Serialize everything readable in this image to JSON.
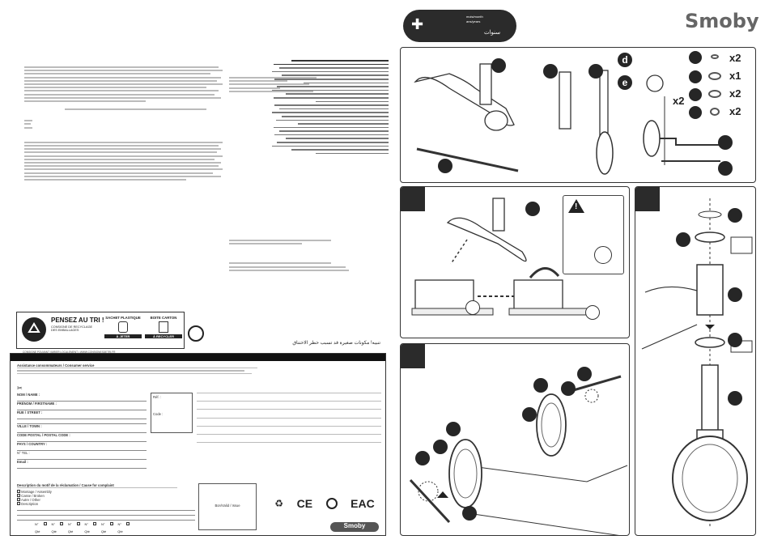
{
  "brand": {
    "logo_text": "Smoby",
    "bottom_logo_text": "Smoby"
  },
  "age_badge": {
    "label": "سنوات",
    "line1": "mois/month",
    "line2": "ans/years"
  },
  "parts_counts": {
    "d": "d",
    "e": "e",
    "e_qty": "x2",
    "b1": "x2",
    "b2": "x1",
    "b3": "x2",
    "b4": "x2"
  },
  "recycling": {
    "title": "PENSEZ AU TRI !",
    "line1": "CONSIGNE DE RECYCLAGE",
    "line2": "DES EMBALLAGES",
    "col1_title": "SACHET PLASTIQUE",
    "col1_action": "À JETER",
    "col2_title": "BOITE CARTON",
    "col2_action": "À RECYCLER",
    "footer": "CONSIGNE POUVANT VARIER LOCALEMENT • WWW.CONSIGNESDETRI.FR"
  },
  "warning_arabic": "تنبيه! مكونات صغيرة قد تسبب خطر الاختناق",
  "form": {
    "header": "Assistance consommateurs / Consumer service",
    "name": "NOM / NAME :",
    "first_name": "PRÉNOM / FIRSTNAME :",
    "street": "RUE / STREET :",
    "town": "VILLE / TOWN :",
    "postcode": "CODE POSTAL / POSTAL CODE :",
    "country": "PAYS / COUNTRY :",
    "tel": "N° TEL :",
    "email": "Email :",
    "ref": "Réf. :",
    "code": "Code :",
    "complaint": "Description du motif de la réclamation / Cause for complaint",
    "opt1": "Montage / Assembly",
    "opt2": "Casse / Broken",
    "opt3": "Autre / Other",
    "opt4": "Description",
    "barcode_label": "Smoby",
    "stamp_area": "Bon/Valid / Issue",
    "row_labels": [
      "N°",
      "N°",
      "N°",
      "N°",
      "N°",
      "N°"
    ],
    "qty_labels": [
      "Qté",
      "Qté",
      "Qté",
      "Qté",
      "Qté",
      "Qté"
    ]
  },
  "certs": [
    "CE",
    "EAC"
  ]
}
